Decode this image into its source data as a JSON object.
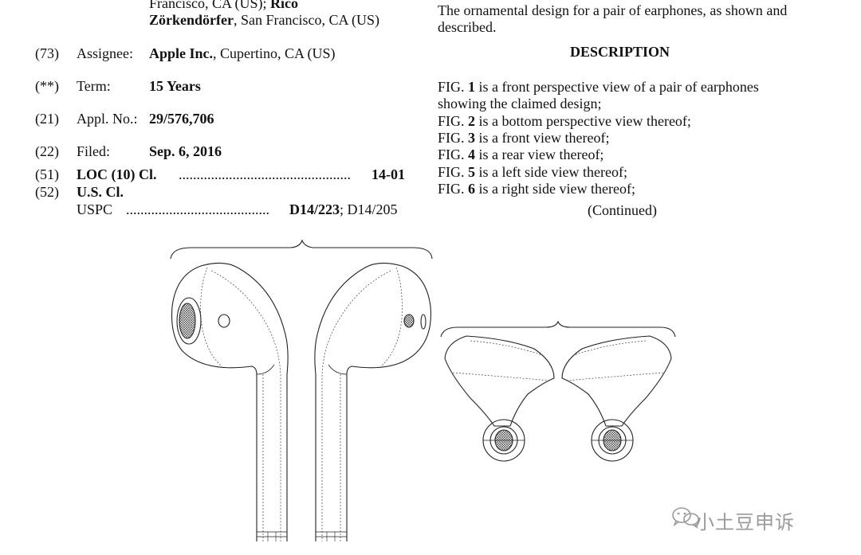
{
  "inventors": {
    "line1_prefix": "Francisco, CA (US);",
    "line1_name": "Rico",
    "line2_name": "Zörkendörfer",
    "line2_rest": ", San Francisco, CA (US)"
  },
  "fields": {
    "assignee": {
      "code": "(73)",
      "label": "Assignee:",
      "value_bold": "Apple Inc.",
      "value_rest": ", Cupertino, CA (US)"
    },
    "term": {
      "code": "(**)",
      "label": "Term:",
      "value_bold": "15 Years"
    },
    "appl": {
      "code": "(21)",
      "label": "Appl. No.:",
      "value_bold": "29/576,706"
    },
    "filed": {
      "code": "(22)",
      "label": "Filed:",
      "value_bold": "Sep. 6, 2016"
    },
    "loc": {
      "code": "(51)",
      "label": "LOC (10) Cl.",
      "dots": "................................................",
      "value": "14-01"
    },
    "uscl": {
      "code": "(52)",
      "label": "U.S. Cl."
    },
    "uspc": {
      "label": "USPC",
      "dots": "........................................",
      "value_bold": "D14/223",
      "value_rest": "; D14/205"
    }
  },
  "claim": {
    "line1": "The ornamental design for a pair of earphones, as shown and",
    "line2": "described."
  },
  "description": {
    "heading": "DESCRIPTION",
    "figs": [
      {
        "prefix": "FIG.",
        "num": "1",
        "text": "is a front perspective view of a pair of earphones",
        "cont": "showing the claimed design;"
      },
      {
        "prefix": "FIG.",
        "num": "2",
        "text": "is a bottom perspective view thereof;"
      },
      {
        "prefix": "FIG.",
        "num": "3",
        "text": "is a front view thereof;"
      },
      {
        "prefix": "FIG.",
        "num": "4",
        "text": "is a rear view thereof;"
      },
      {
        "prefix": "FIG.",
        "num": "5",
        "text": "is a left side view thereof;"
      },
      {
        "prefix": "FIG.",
        "num": "6",
        "text": "is a right side view thereof;"
      }
    ],
    "continued": "(Continued)"
  },
  "watermark": {
    "text": "小土豆申诉",
    "icon": "wechat-icon"
  }
}
